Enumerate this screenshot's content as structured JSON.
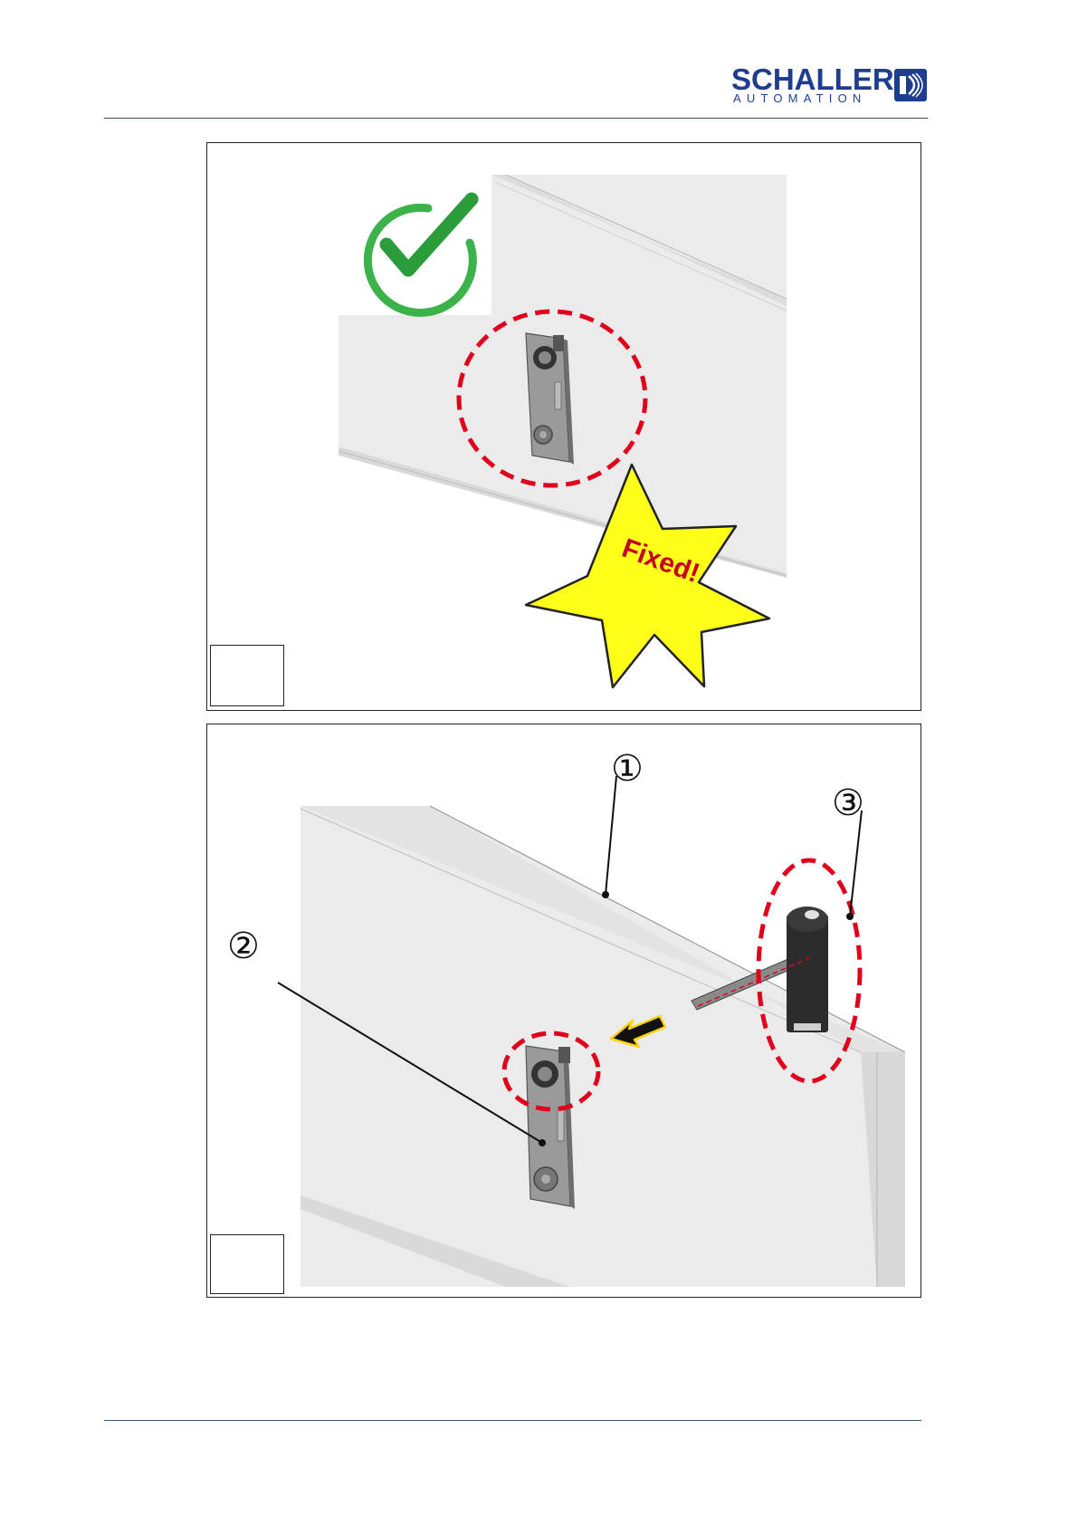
{
  "header": {
    "logo_word": "SCHALLER",
    "logo_sub": "AUTOMATION",
    "brand_color": "#1f3d8f"
  },
  "figure_top": {
    "stamp_text": "Fixed!",
    "check_icon": "check-circle-icon",
    "highlight_color": "#e0001b",
    "star_color": "#ffff1a"
  },
  "figure_bottom": {
    "callouts": [
      "①",
      "②",
      "③"
    ],
    "arrow_icon": "arrow-left-icon"
  }
}
